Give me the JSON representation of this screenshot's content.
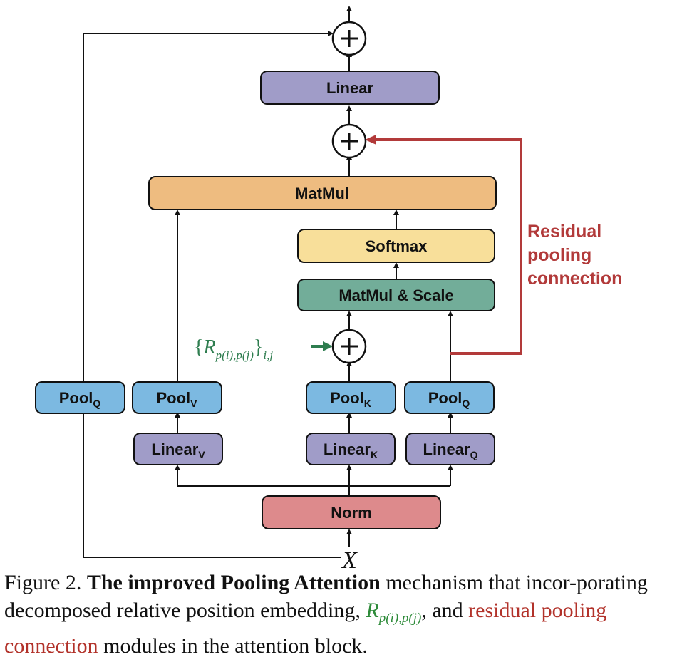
{
  "diagram": {
    "boxes": {
      "linear_top": "Linear",
      "matmul": "MatMul",
      "softmax": "Softmax",
      "matmul_scale": "MatMul & Scale",
      "pool_q_left": {
        "main": "Pool",
        "sub": "Q"
      },
      "pool_v": {
        "main": "Pool",
        "sub": "V"
      },
      "pool_k": {
        "main": "Pool",
        "sub": "K"
      },
      "pool_q_right": {
        "main": "Pool",
        "sub": "Q"
      },
      "linear_v": {
        "main": "Linear",
        "sub": "V"
      },
      "linear_k": {
        "main": "Linear",
        "sub": "K"
      },
      "linear_q": {
        "main": "Linear",
        "sub": "Q"
      },
      "norm": "Norm"
    },
    "plus_symbol": "+",
    "residual_label": [
      "Residual",
      "pooling",
      "connection"
    ],
    "rel_pos": {
      "open": "{",
      "R": "R",
      "R_sub": "p(i),p(j)",
      "close": "}",
      "outer_sub": "i,j"
    },
    "input_label": "X",
    "colors": {
      "linear": "#a09cc8",
      "matmul": "#eebc80",
      "softmax": "#f8df9a",
      "matmul_scale": "#72ad99",
      "pool": "#7cb9e1",
      "norm": "#dd8a8c",
      "residual": "#b23a3a",
      "rel_pos_arrow": "#2e7d4f"
    }
  },
  "caption": {
    "figure_label": "Figure 2.",
    "bold_title": "The improved Pooling Attention",
    "text_1": "mechanism that incor-porating decomposed relative position embedding,",
    "math_R": "R",
    "math_sub": "p(i),p(j)",
    "text_2": ", and",
    "red_text": "residual pooling connection",
    "text_3": "modules in the attention block."
  }
}
